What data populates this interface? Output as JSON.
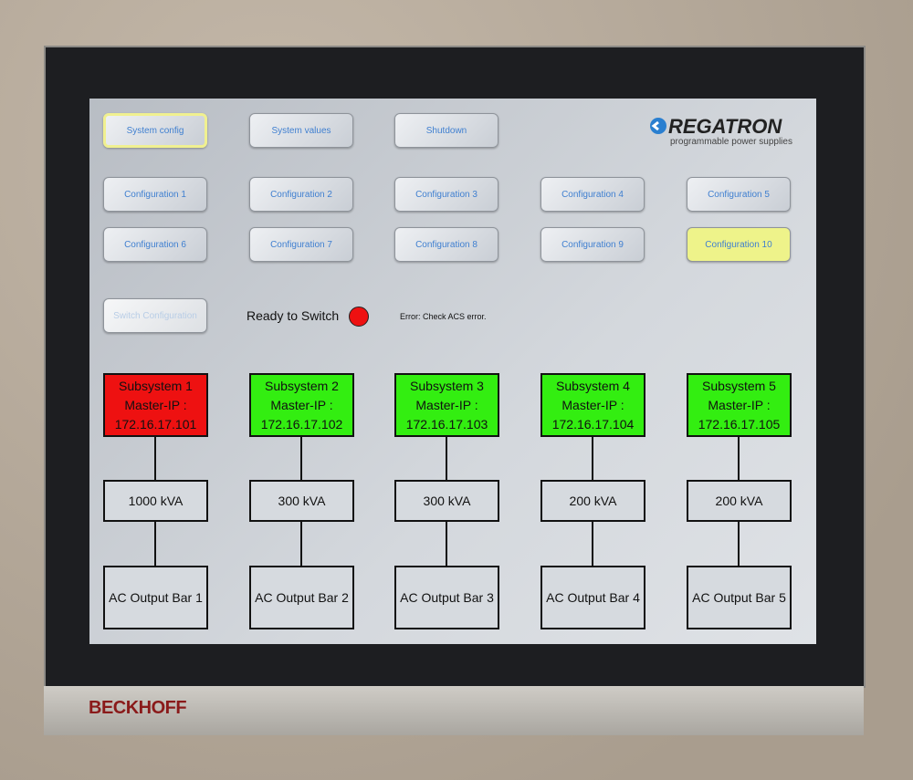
{
  "top_buttons": [
    "System config",
    "System values",
    "Shutdown"
  ],
  "config_buttons": [
    "Configuration 1",
    "Configuration 2",
    "Configuration 3",
    "Configuration 4",
    "Configuration 5",
    "Configuration 6",
    "Configuration 7",
    "Configuration 8",
    "Configuration 9",
    "Configuration 10"
  ],
  "switch_button": "Switch Configuration",
  "ready_label": "Ready to Switch",
  "error_text": "Error: Check ACS error.",
  "logo": {
    "name": "REGATRON",
    "tagline": "programmable power supplies"
  },
  "bezel_brand": "BECKHOFF",
  "colors": {
    "error": "#ee1111",
    "ok": "#33ee11",
    "selected": "#eef38a"
  },
  "subsystems": [
    {
      "name": "Subsystem 1",
      "ip_label": "Master-IP :",
      "ip": "172.16.17.101",
      "power": "1000 kVA",
      "output": "AC Output Bar 1",
      "status": "error"
    },
    {
      "name": "Subsystem 2",
      "ip_label": "Master-IP :",
      "ip": "172.16.17.102",
      "power": "300 kVA",
      "output": "AC Output Bar 2",
      "status": "ok"
    },
    {
      "name": "Subsystem 3",
      "ip_label": "Master-IP :",
      "ip": "172.16.17.103",
      "power": "300 kVA",
      "output": "AC Output Bar 3",
      "status": "ok"
    },
    {
      "name": "Subsystem 4",
      "ip_label": "Master-IP :",
      "ip": "172.16.17.104",
      "power": "200 kVA",
      "output": "AC Output Bar 4",
      "status": "ok"
    },
    {
      "name": "Subsystem 5",
      "ip_label": "Master-IP :",
      "ip": "172.16.17.105",
      "power": "200 kVA",
      "output": "AC Output Bar 5",
      "status": "ok"
    }
  ]
}
